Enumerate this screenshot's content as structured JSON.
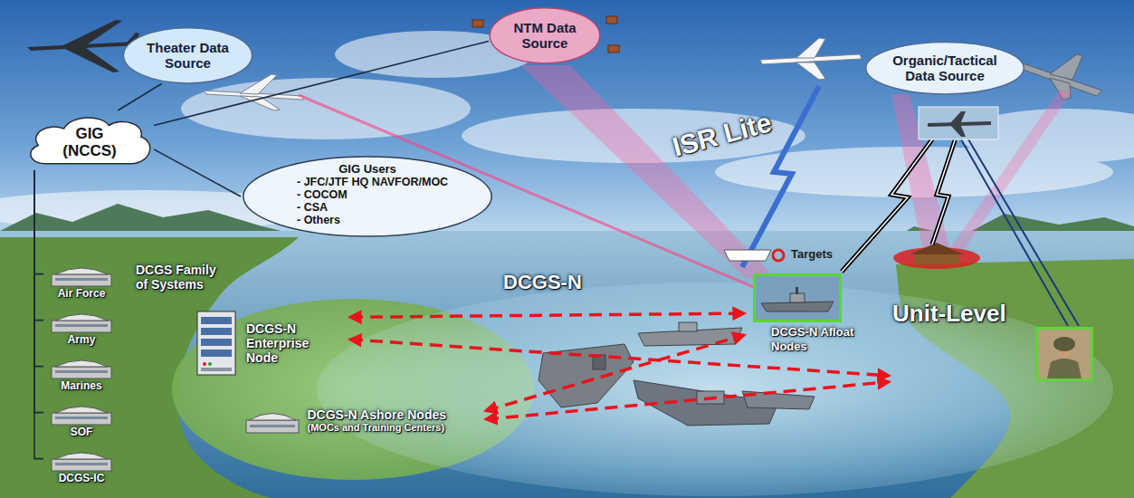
{
  "diagram": {
    "nodes": [
      {
        "text": [
          "Theater Data Source"
        ]
      },
      {
        "text": [
          "NTM Data Source"
        ]
      },
      {
        "text": [
          "Organic/Tactical Data Source"
        ]
      },
      {
        "text": [
          "GIG (NCCS)"
        ]
      },
      {
        "text": [
          "GIG Users",
          "- JFC/JTF HQ NAVFOR/MOC",
          "- COCOM",
          "- CSA",
          "- Others"
        ]
      },
      {
        "text": [
          "Air Force"
        ]
      },
      {
        "text": [
          "Army"
        ]
      },
      {
        "text": [
          "Marines"
        ]
      },
      {
        "text": [
          "SOF"
        ]
      },
      {
        "text": [
          "DCGS-IC"
        ]
      },
      {
        "text": [
          "DCGS-N Enterprise Node"
        ]
      },
      {
        "text": [
          "DCGS-N Ashore Nodes",
          "(MOCs and Training Centers)"
        ]
      },
      {
        "text": [
          "DCGS-N Afloat Nodes"
        ]
      },
      {
        "text": [
          "Unit-Level"
        ]
      }
    ],
    "edges": [
      {
        "from": 3,
        "to": 0,
        "arrow": "none"
      },
      {
        "from": 3,
        "to": 1,
        "arrow": "none"
      },
      {
        "from": 3,
        "to": 4,
        "arrow": "none"
      },
      {
        "from": 3,
        "to": 5,
        "arrow": "none"
      },
      {
        "from": 3,
        "to": 6,
        "arrow": "none"
      },
      {
        "from": 3,
        "to": 7,
        "arrow": "none"
      },
      {
        "from": 3,
        "to": 8,
        "arrow": "none"
      },
      {
        "from": 3,
        "to": 9,
        "arrow": "none"
      },
      {
        "from": 10,
        "to": 12,
        "arrow": "both"
      },
      {
        "from": 10,
        "to": 13,
        "arrow": "both"
      },
      {
        "from": 11,
        "to": 12,
        "arrow": "both"
      },
      {
        "from": 11,
        "to": 13,
        "arrow": "both"
      }
    ],
    "labels": [
      "ISR Lite",
      "DCGS Family of Systems",
      "DCGS-N",
      "Targets"
    ]
  }
}
